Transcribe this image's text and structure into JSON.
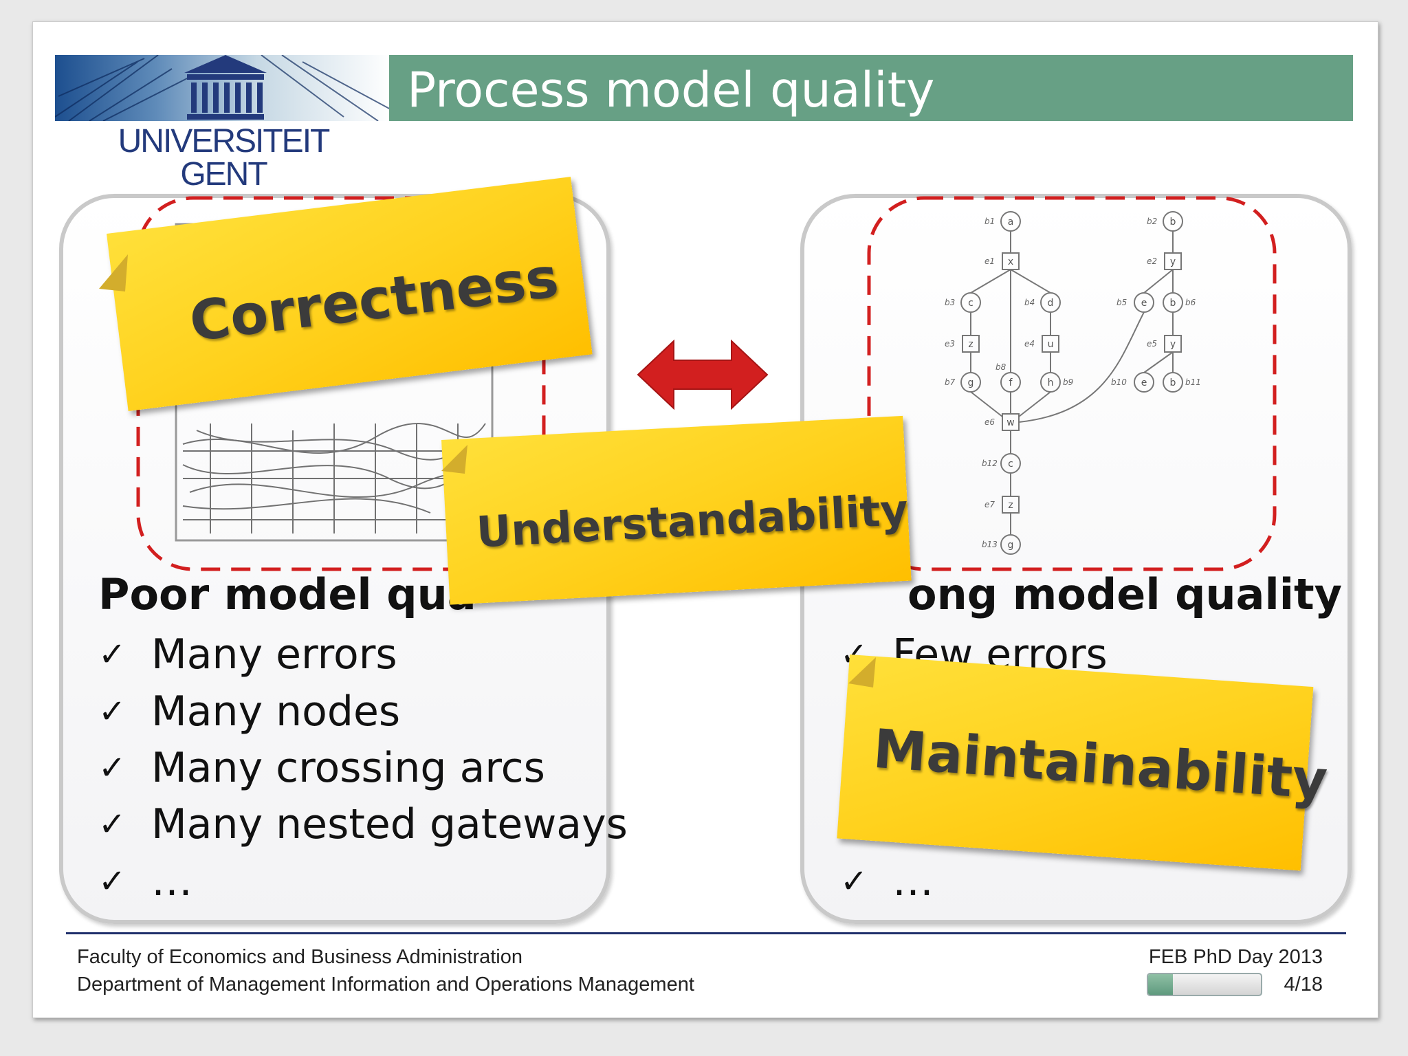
{
  "header": {
    "title": "Process model quality",
    "logo_line1": "UNIVERSITEIT",
    "logo_line2": "GENT"
  },
  "left_panel": {
    "title": "Poor model qua",
    "bullets": [
      "Many errors",
      "Many nodes",
      "Many crossing arcs",
      "Many nested gateways",
      "…"
    ]
  },
  "right_panel": {
    "title": "ong model quality",
    "bullets": [
      "Few errors",
      "…"
    ]
  },
  "notes": {
    "correctness": "Correctness",
    "understandability": "Understandability",
    "maintainability": "Maintainability"
  },
  "petri_net": {
    "left_branch": [
      "b1",
      "a",
      "e1",
      "x",
      "b3",
      "c",
      "b4",
      "d",
      "e3",
      "z",
      "e4",
      "u",
      "b7",
      "g",
      "b8",
      "f",
      "h",
      "b9",
      "e6",
      "w",
      "b12",
      "c",
      "e7",
      "z",
      "b13",
      "g"
    ],
    "right_branch": [
      "b2",
      "b",
      "e2",
      "y",
      "b5",
      "e",
      "b",
      "b6",
      "e5",
      "y",
      "b10",
      "e",
      "b",
      "b11"
    ]
  },
  "footer": {
    "faculty": "Faculty of Economics and Business Administration",
    "department": "Department of Management Information and Operations Management",
    "event": "FEB PhD Day 2013",
    "page": "4/18",
    "progress": 0.22
  },
  "colors": {
    "title_bar": "#67a085",
    "note_yellow": "#ffd21e",
    "arrow_red": "#d21f1f",
    "dashed_red": "#d21f1f",
    "footer_line": "#1f2f6b"
  }
}
